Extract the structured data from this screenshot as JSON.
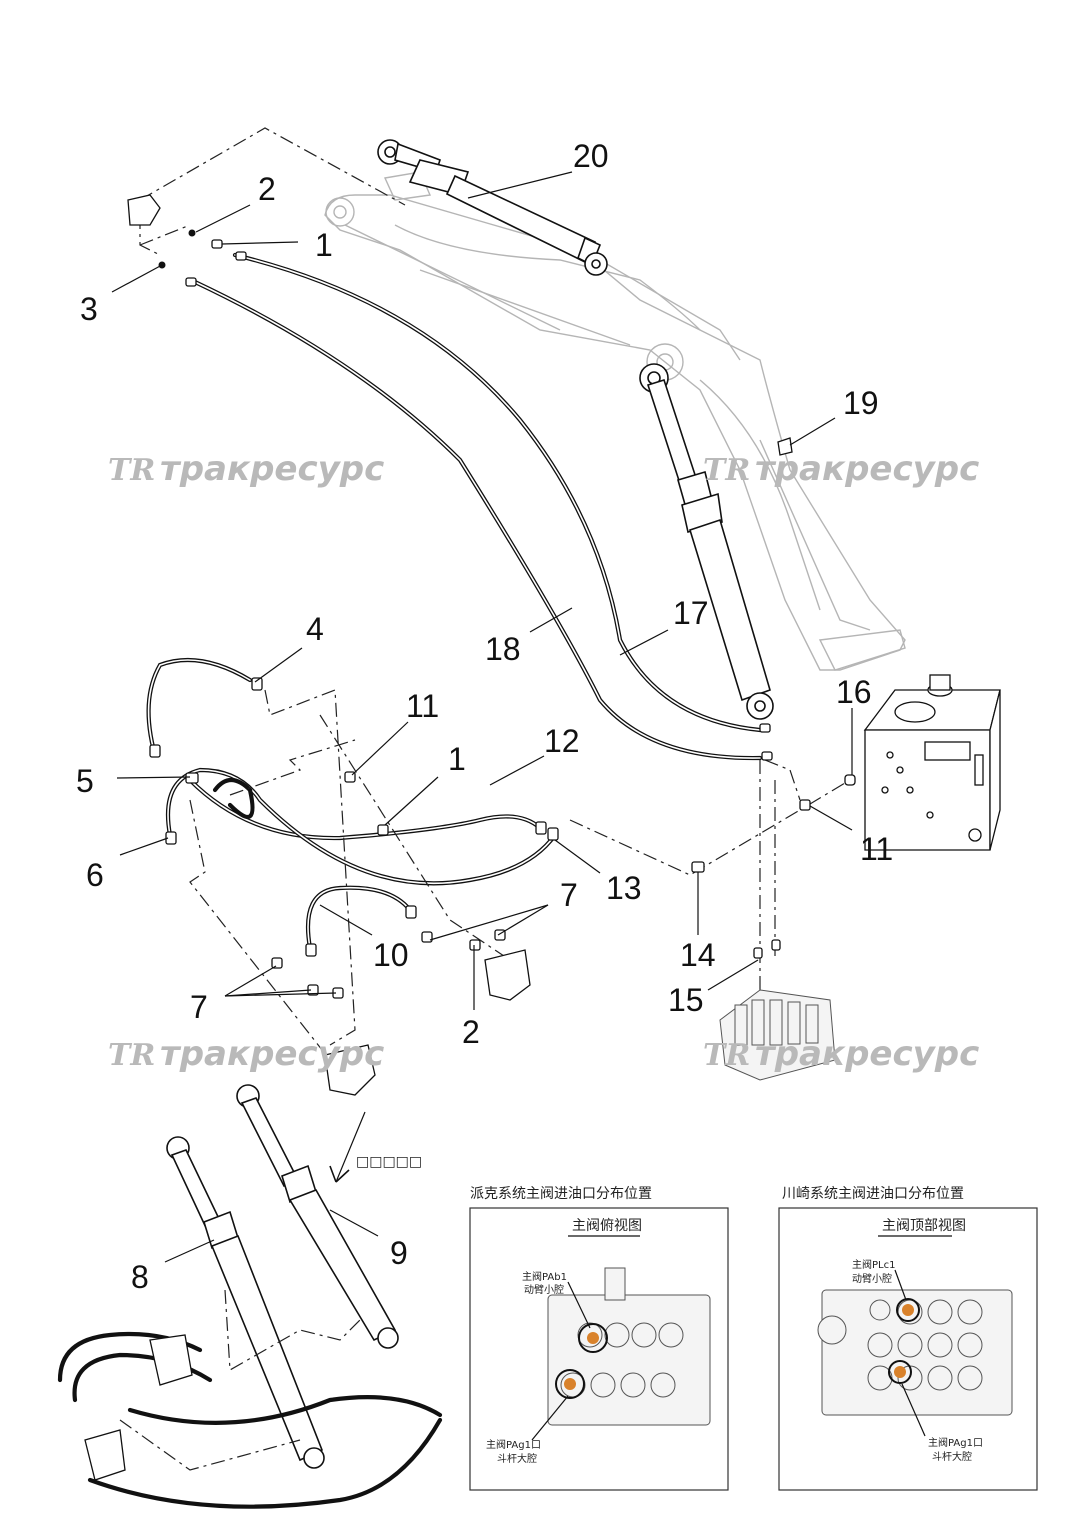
{
  "callouts": [
    {
      "label": "20"
    },
    {
      "label": "2"
    },
    {
      "label": "1"
    },
    {
      "label": "3"
    },
    {
      "label": "19"
    },
    {
      "label": "17"
    },
    {
      "label": "18"
    },
    {
      "label": "4"
    },
    {
      "label": "11"
    },
    {
      "label": "12"
    },
    {
      "label": "1"
    },
    {
      "label": "5"
    },
    {
      "label": "16"
    },
    {
      "label": "6"
    },
    {
      "label": "11"
    },
    {
      "label": "13"
    },
    {
      "label": "7"
    },
    {
      "label": "10"
    },
    {
      "label": "14"
    },
    {
      "label": "15"
    },
    {
      "label": "7"
    },
    {
      "label": "2"
    },
    {
      "label": "8"
    },
    {
      "label": "9"
    }
  ],
  "watermark": {
    "logo": "TR",
    "brand": "тракресурс"
  },
  "arrow_note": "□□□□□",
  "parker_panel": {
    "heading": "派克系统主阀进油口分布位置",
    "view_title": "主阀俯视图",
    "label_top": "主阀PAb1",
    "label_top_sub": "动臂小腔",
    "label_bottom": "主阀PAg1口",
    "label_bottom_sub": "斗杆大腔"
  },
  "kawasaki_panel": {
    "heading": "川崎系统主阀进油口分布位置",
    "view_title": "主阀顶部视图",
    "label_top": "主阀PLc1",
    "label_top_sub": "动臂小腔",
    "label_bottom": "主阀PAg1口",
    "label_bottom_sub": "斗杆大腔"
  },
  "colors": {
    "line": "#111111",
    "boom_outline": "#b5b5b5",
    "watermark": "#b9b9b9",
    "port_highlight": "#d9822b"
  }
}
